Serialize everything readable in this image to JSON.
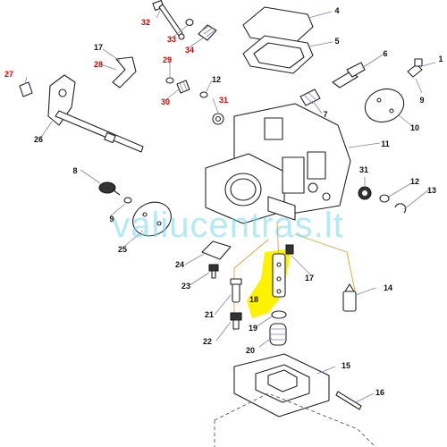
{
  "diagram": {
    "watermark": "valiucentras.lt",
    "highlight_color": "#fff200",
    "colors": {
      "normal_label": "#111111",
      "highlight_label": "#e00000"
    },
    "callouts": [
      {
        "id": "c1",
        "text": "1",
        "highlighted": false
      },
      {
        "id": "c4",
        "text": "4",
        "highlighted": false
      },
      {
        "id": "c5",
        "text": "5",
        "highlighted": false
      },
      {
        "id": "c6",
        "text": "6",
        "highlighted": false
      },
      {
        "id": "c7",
        "text": "7",
        "highlighted": false
      },
      {
        "id": "c8",
        "text": "8",
        "highlighted": false
      },
      {
        "id": "c9a",
        "text": "9",
        "highlighted": false
      },
      {
        "id": "c9b",
        "text": "9",
        "highlighted": false
      },
      {
        "id": "c10",
        "text": "10",
        "highlighted": false
      },
      {
        "id": "c11",
        "text": "11",
        "highlighted": false
      },
      {
        "id": "c12a",
        "text": "12",
        "highlighted": false
      },
      {
        "id": "c12b",
        "text": "12",
        "highlighted": false
      },
      {
        "id": "c13",
        "text": "13",
        "highlighted": false
      },
      {
        "id": "c14",
        "text": "14",
        "highlighted": false
      },
      {
        "id": "c15",
        "text": "15",
        "highlighted": false
      },
      {
        "id": "c16",
        "text": "16",
        "highlighted": false
      },
      {
        "id": "c17a",
        "text": "17",
        "highlighted": false
      },
      {
        "id": "c17b",
        "text": "17",
        "highlighted": false
      },
      {
        "id": "c18",
        "text": "18",
        "highlighted": false
      },
      {
        "id": "c19",
        "text": "19",
        "highlighted": false
      },
      {
        "id": "c20",
        "text": "20",
        "highlighted": false
      },
      {
        "id": "c21",
        "text": "21",
        "highlighted": false
      },
      {
        "id": "c22",
        "text": "22",
        "highlighted": false
      },
      {
        "id": "c23",
        "text": "23",
        "highlighted": false
      },
      {
        "id": "c24",
        "text": "24",
        "highlighted": false
      },
      {
        "id": "c25",
        "text": "25",
        "highlighted": false
      },
      {
        "id": "c26",
        "text": "26",
        "highlighted": false
      },
      {
        "id": "c27",
        "text": "27",
        "highlighted": true
      },
      {
        "id": "c28",
        "text": "28",
        "highlighted": true
      },
      {
        "id": "c29",
        "text": "29",
        "highlighted": true
      },
      {
        "id": "c30",
        "text": "30",
        "highlighted": true
      },
      {
        "id": "c31a",
        "text": "31",
        "highlighted": true
      },
      {
        "id": "c31b",
        "text": "31",
        "highlighted": false
      },
      {
        "id": "c32",
        "text": "32",
        "highlighted": true
      },
      {
        "id": "c33",
        "text": "33",
        "highlighted": true
      },
      {
        "id": "c34",
        "text": "34",
        "highlighted": true
      }
    ]
  }
}
